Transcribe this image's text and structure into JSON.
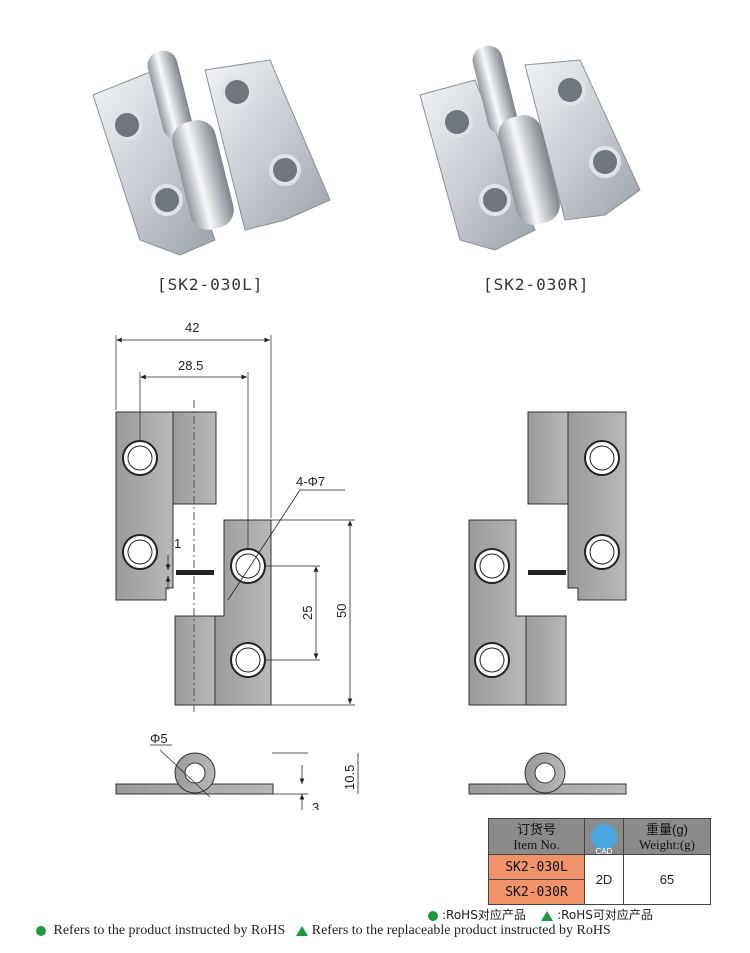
{
  "products": [
    {
      "caption": "[SK2-030L]"
    },
    {
      "caption": "[SK2-030R]"
    }
  ],
  "dimensions": {
    "overall_width": "42",
    "pin_offset": "28.5",
    "holes": "4-Φ7",
    "gap": "1",
    "hole_spacing": "25",
    "height": "50",
    "pin_diameter": "Φ5",
    "thickness_total": "10.5",
    "plate_thickness": "3"
  },
  "table": {
    "col1_cn": "订货号",
    "col1_en": "Item No.",
    "cad_label": "CAD",
    "col3_cn": "重量(g)",
    "col3_en": "Weight:(g)",
    "rows": [
      "SK2-030L",
      "SK2-030R"
    ],
    "type": "2D",
    "weight": "65"
  },
  "legend": {
    "cn_rohs": ":RoHS对应产品",
    "cn_replace": ":RoHS可对应产品",
    "en_rohs": "Refers to the product instructed by RoHS",
    "en_replace": "Refers to the replaceable product instructed by RoHS"
  },
  "colors": {
    "rohs_green": "#1f9a3a",
    "table_orange": "#f0926a",
    "table_header": "#8a8a8a"
  }
}
